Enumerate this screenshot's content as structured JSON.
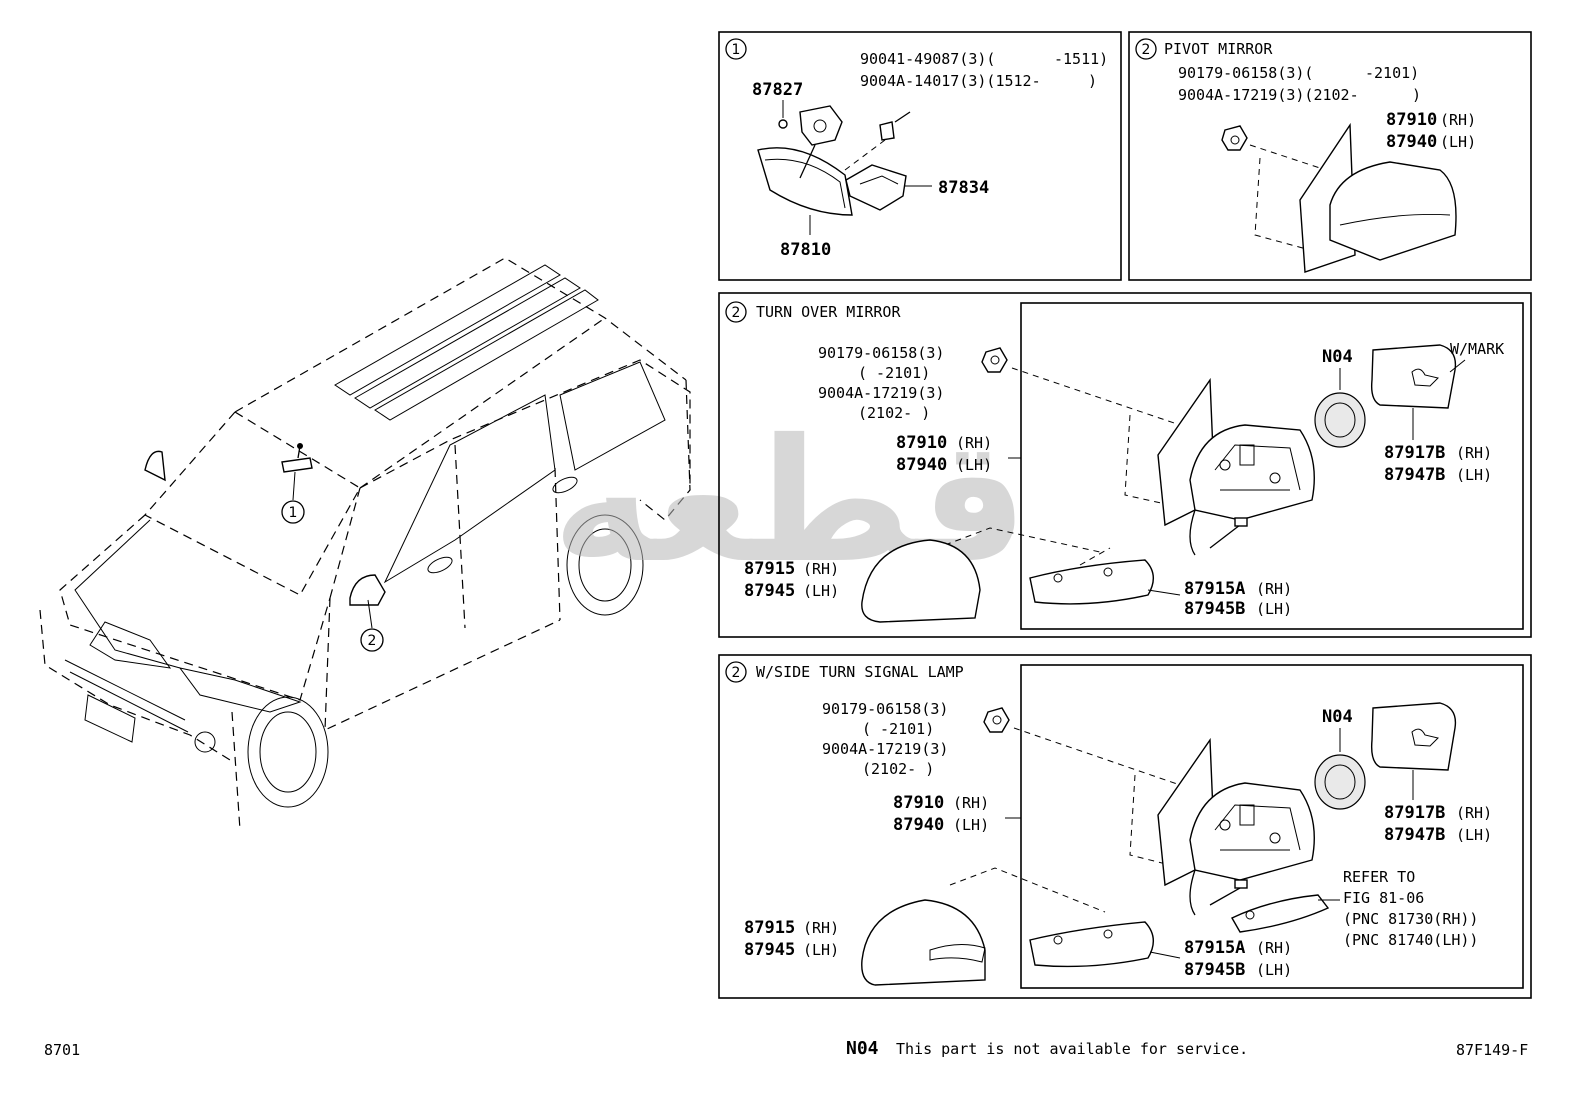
{
  "footer": {
    "page_ref": "8701",
    "figure_ref": "87F149-F",
    "n04_code": "N04",
    "n04_note": "This part is not available for service."
  },
  "car": {
    "callout_1": "1",
    "callout_2": "2"
  },
  "panel_inner": {
    "index": "1",
    "parts": {
      "p87827": "87827",
      "p87810": "87810",
      "p87834": "87834",
      "screw_a": "90041-49087(3)(",
      "screw_a_range": "-1511)",
      "screw_b": "9004A-14017(3)(1512-",
      "screw_b_close": ")"
    }
  },
  "panel_pivot": {
    "index": "2",
    "title": "PIVOT MIRROR",
    "parts": {
      "nut_a": "90179-06158(3)(",
      "nut_a_range": "-2101)",
      "nut_b": "9004A-17219(3)(2102-",
      "nut_b_close": ")",
      "rh": "87910",
      "rh_side": "(RH)",
      "lh": "87940",
      "lh_side": "(LH)"
    }
  },
  "panel_turnover": {
    "index": "2",
    "title": "TURN OVER MIRROR",
    "parts": {
      "nut_a": "90179-06158(3)",
      "nut_a_range": "(      -2101)",
      "nut_b": "9004A-17219(3)",
      "nut_b_range": "(2102-      )",
      "mirror_rh": "87910",
      "mirror_lh": "87940",
      "cover_rh": "87915",
      "cover_lh": "87945",
      "lower_rh": "87915A",
      "lower_lh": "87945B",
      "glass_rh": "87917B",
      "glass_lh": "87947B",
      "n04": "N04",
      "wmark": "W/MARK",
      "rh_side": "(RH)",
      "lh_side": "(LH)"
    }
  },
  "panel_signal": {
    "index": "2",
    "title": "W/SIDE TURN SIGNAL LAMP",
    "parts": {
      "nut_a": "90179-06158(3)",
      "nut_a_range": "(      -2101)",
      "nut_b": "9004A-17219(3)",
      "nut_b_range": "(2102-      )",
      "mirror_rh": "87910",
      "mirror_lh": "87940",
      "cover_rh": "87915",
      "cover_lh": "87945",
      "lower_rh": "87915A",
      "lower_lh": "87945B",
      "glass_rh": "87917B",
      "glass_lh": "87947B",
      "n04": "N04",
      "rh_side": "(RH)",
      "lh_side": "(LH)",
      "refer_1": "REFER TO",
      "refer_2": "FIG 81-06",
      "refer_3": "(PNC 81730(RH))",
      "refer_4": "(PNC 81740(LH))"
    }
  },
  "watermark": {
    "text": "قطعه"
  }
}
